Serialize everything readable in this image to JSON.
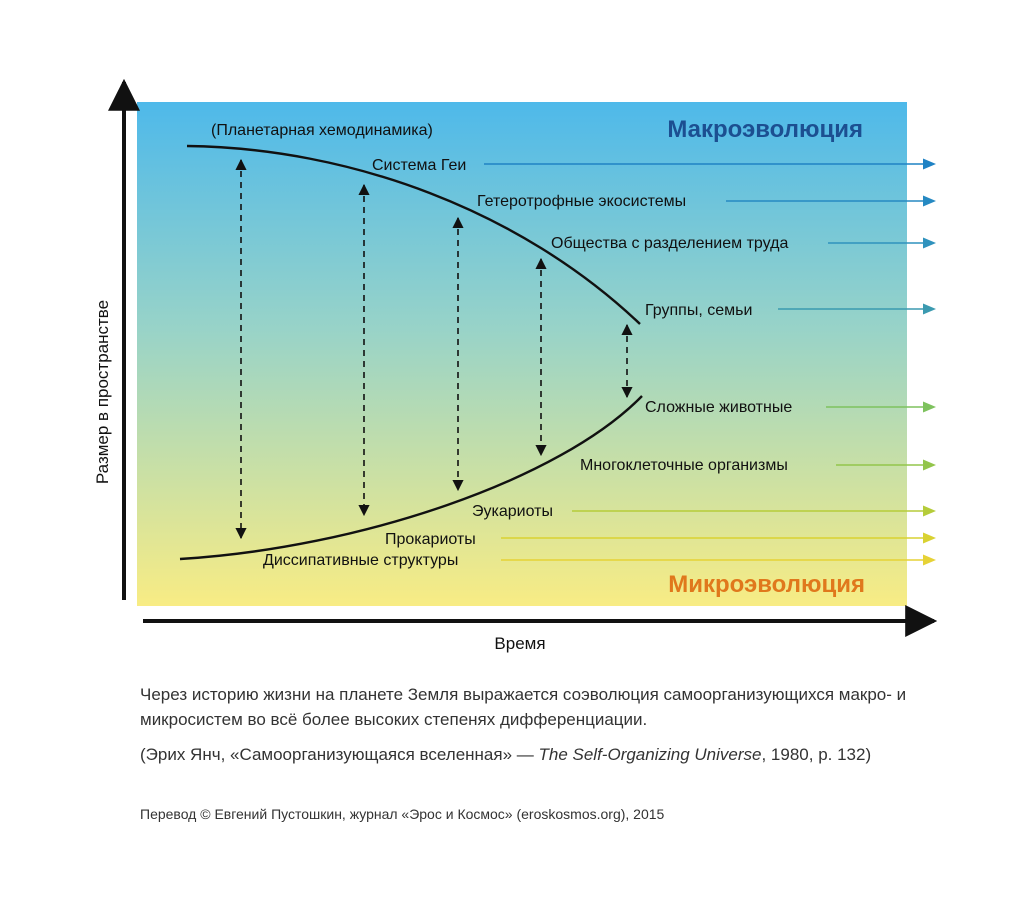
{
  "diagram": {
    "header_macro": "Макроэволюция",
    "header_micro": "Микроэволюция",
    "y_axis_label": "Размер в пространстве",
    "x_axis_label": "Время",
    "top_curve_label": "(Планетарная хемодинамика)",
    "colors": {
      "macro_header": "#1c4f91",
      "micro_header": "#e0781c",
      "gradient_top": "#4eb9ea",
      "gradient_mid": "#98d3c8",
      "gradient_bottom": "#f8ec84"
    },
    "upper_labels": [
      {
        "text": "Система Геи",
        "arrow_color": "#1f82c4"
      },
      {
        "text": "Гетеротрофные экосистемы",
        "arrow_color": "#2689c2"
      },
      {
        "text": "Общества с разделением труда",
        "arrow_color": "#2f92bd"
      },
      {
        "text": "Группы, семьи",
        "arrow_color": "#3b9ab0"
      }
    ],
    "lower_labels": [
      {
        "text": "Сложные животные",
        "arrow_color": "#7ec25e"
      },
      {
        "text": "Многоклеточные организмы",
        "arrow_color": "#93c54b"
      },
      {
        "text": "Эукариоты",
        "arrow_color": "#b5cc3a"
      },
      {
        "text": "Прокариоты",
        "arrow_color": "#d9d232"
      },
      {
        "text": "Диссипативные структуры",
        "arrow_color": "#e6d236"
      }
    ]
  },
  "caption": {
    "line1": "Через историю жизни на планете Земля выражается соэволюция самоорганизующихся макро- и микросистем во всё более высоких степенях дифференциации.",
    "citation_prefix": "(Эрих Янч, «Самоорганизующаяся вселенная» — ",
    "citation_title": "The Self-Organizing Universe",
    "citation_suffix": ", 1980, p. 132)"
  },
  "credit": "Перевод © Евгений Пустошкин, журнал «Эрос и Космос» (eroskosmos.org), 2015"
}
